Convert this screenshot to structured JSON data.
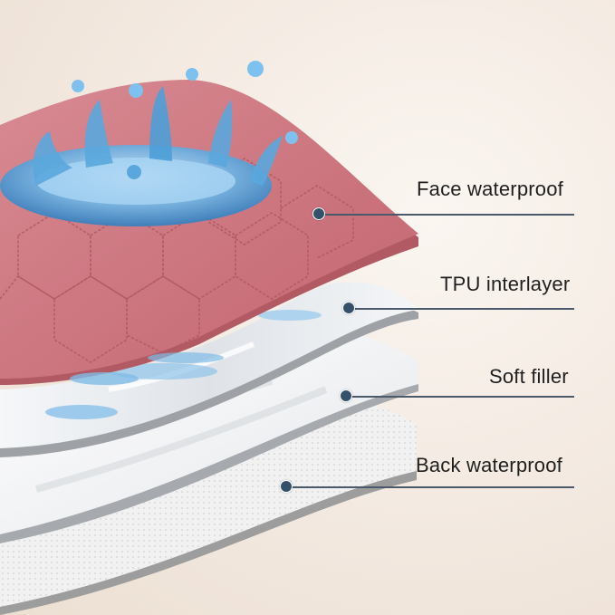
{
  "layers": [
    {
      "label": "Face waterproof",
      "color": "#c9707a"
    },
    {
      "label": "TPU interlayer",
      "color": "#e8eaed"
    },
    {
      "label": "Soft filler",
      "color": "#eff0f2"
    },
    {
      "label": "Back waterproof",
      "color": "#f3f3f3"
    }
  ],
  "icons": {
    "splash": "water-splash-illustration"
  }
}
